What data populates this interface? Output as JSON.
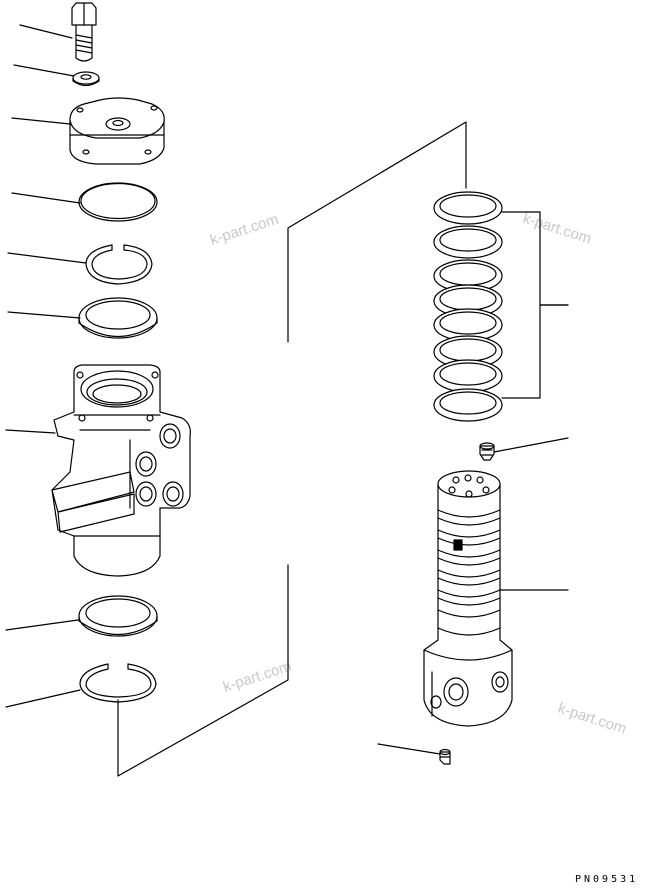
{
  "watermarks": [
    "k-part.com",
    "k-part.com",
    "k-part.com",
    "k-part.com"
  ],
  "drawing_code": "PN09531"
}
